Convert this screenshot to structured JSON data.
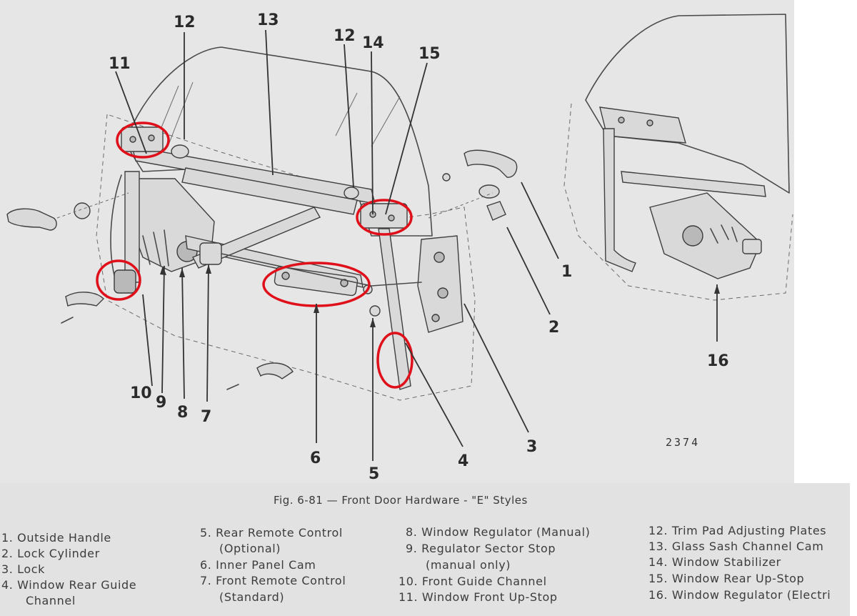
{
  "figure": {
    "number": "2374",
    "caption": "Fig. 6-81 — Front Door Hardware - \"E\" Styles",
    "callouts": [
      "1",
      "2",
      "3",
      "4",
      "5",
      "6",
      "7",
      "8",
      "9",
      "10",
      "11",
      "12",
      "12",
      "13",
      "14",
      "15",
      "16"
    ],
    "highlight_color": "#e0101a",
    "background_color": "#e6e6e6",
    "legend_background_color": "#e2e2e2"
  },
  "legend": {
    "col1": [
      "1. Outside Handle",
      "2. Lock Cylinder",
      "3. Lock",
      "4. Window Rear Guide",
      "Channel"
    ],
    "col2": [
      "5. Rear Remote Control",
      "(Optional)",
      "6. Inner Panel Cam",
      "7. Front Remote Control",
      "(Standard)"
    ],
    "col3": [
      "8. Window Regulator (Manual)",
      "9. Regulator Sector Stop",
      "(manual only)",
      "10. Front Guide Channel",
      "11. Window Front Up-Stop"
    ],
    "col4": [
      "12. Trim Pad Adjusting Plates",
      "13. Glass Sash Channel Cam",
      "14. Window Stabilizer",
      "15. Window Rear Up-Stop",
      "16. Window Regulator (Electri"
    ]
  }
}
